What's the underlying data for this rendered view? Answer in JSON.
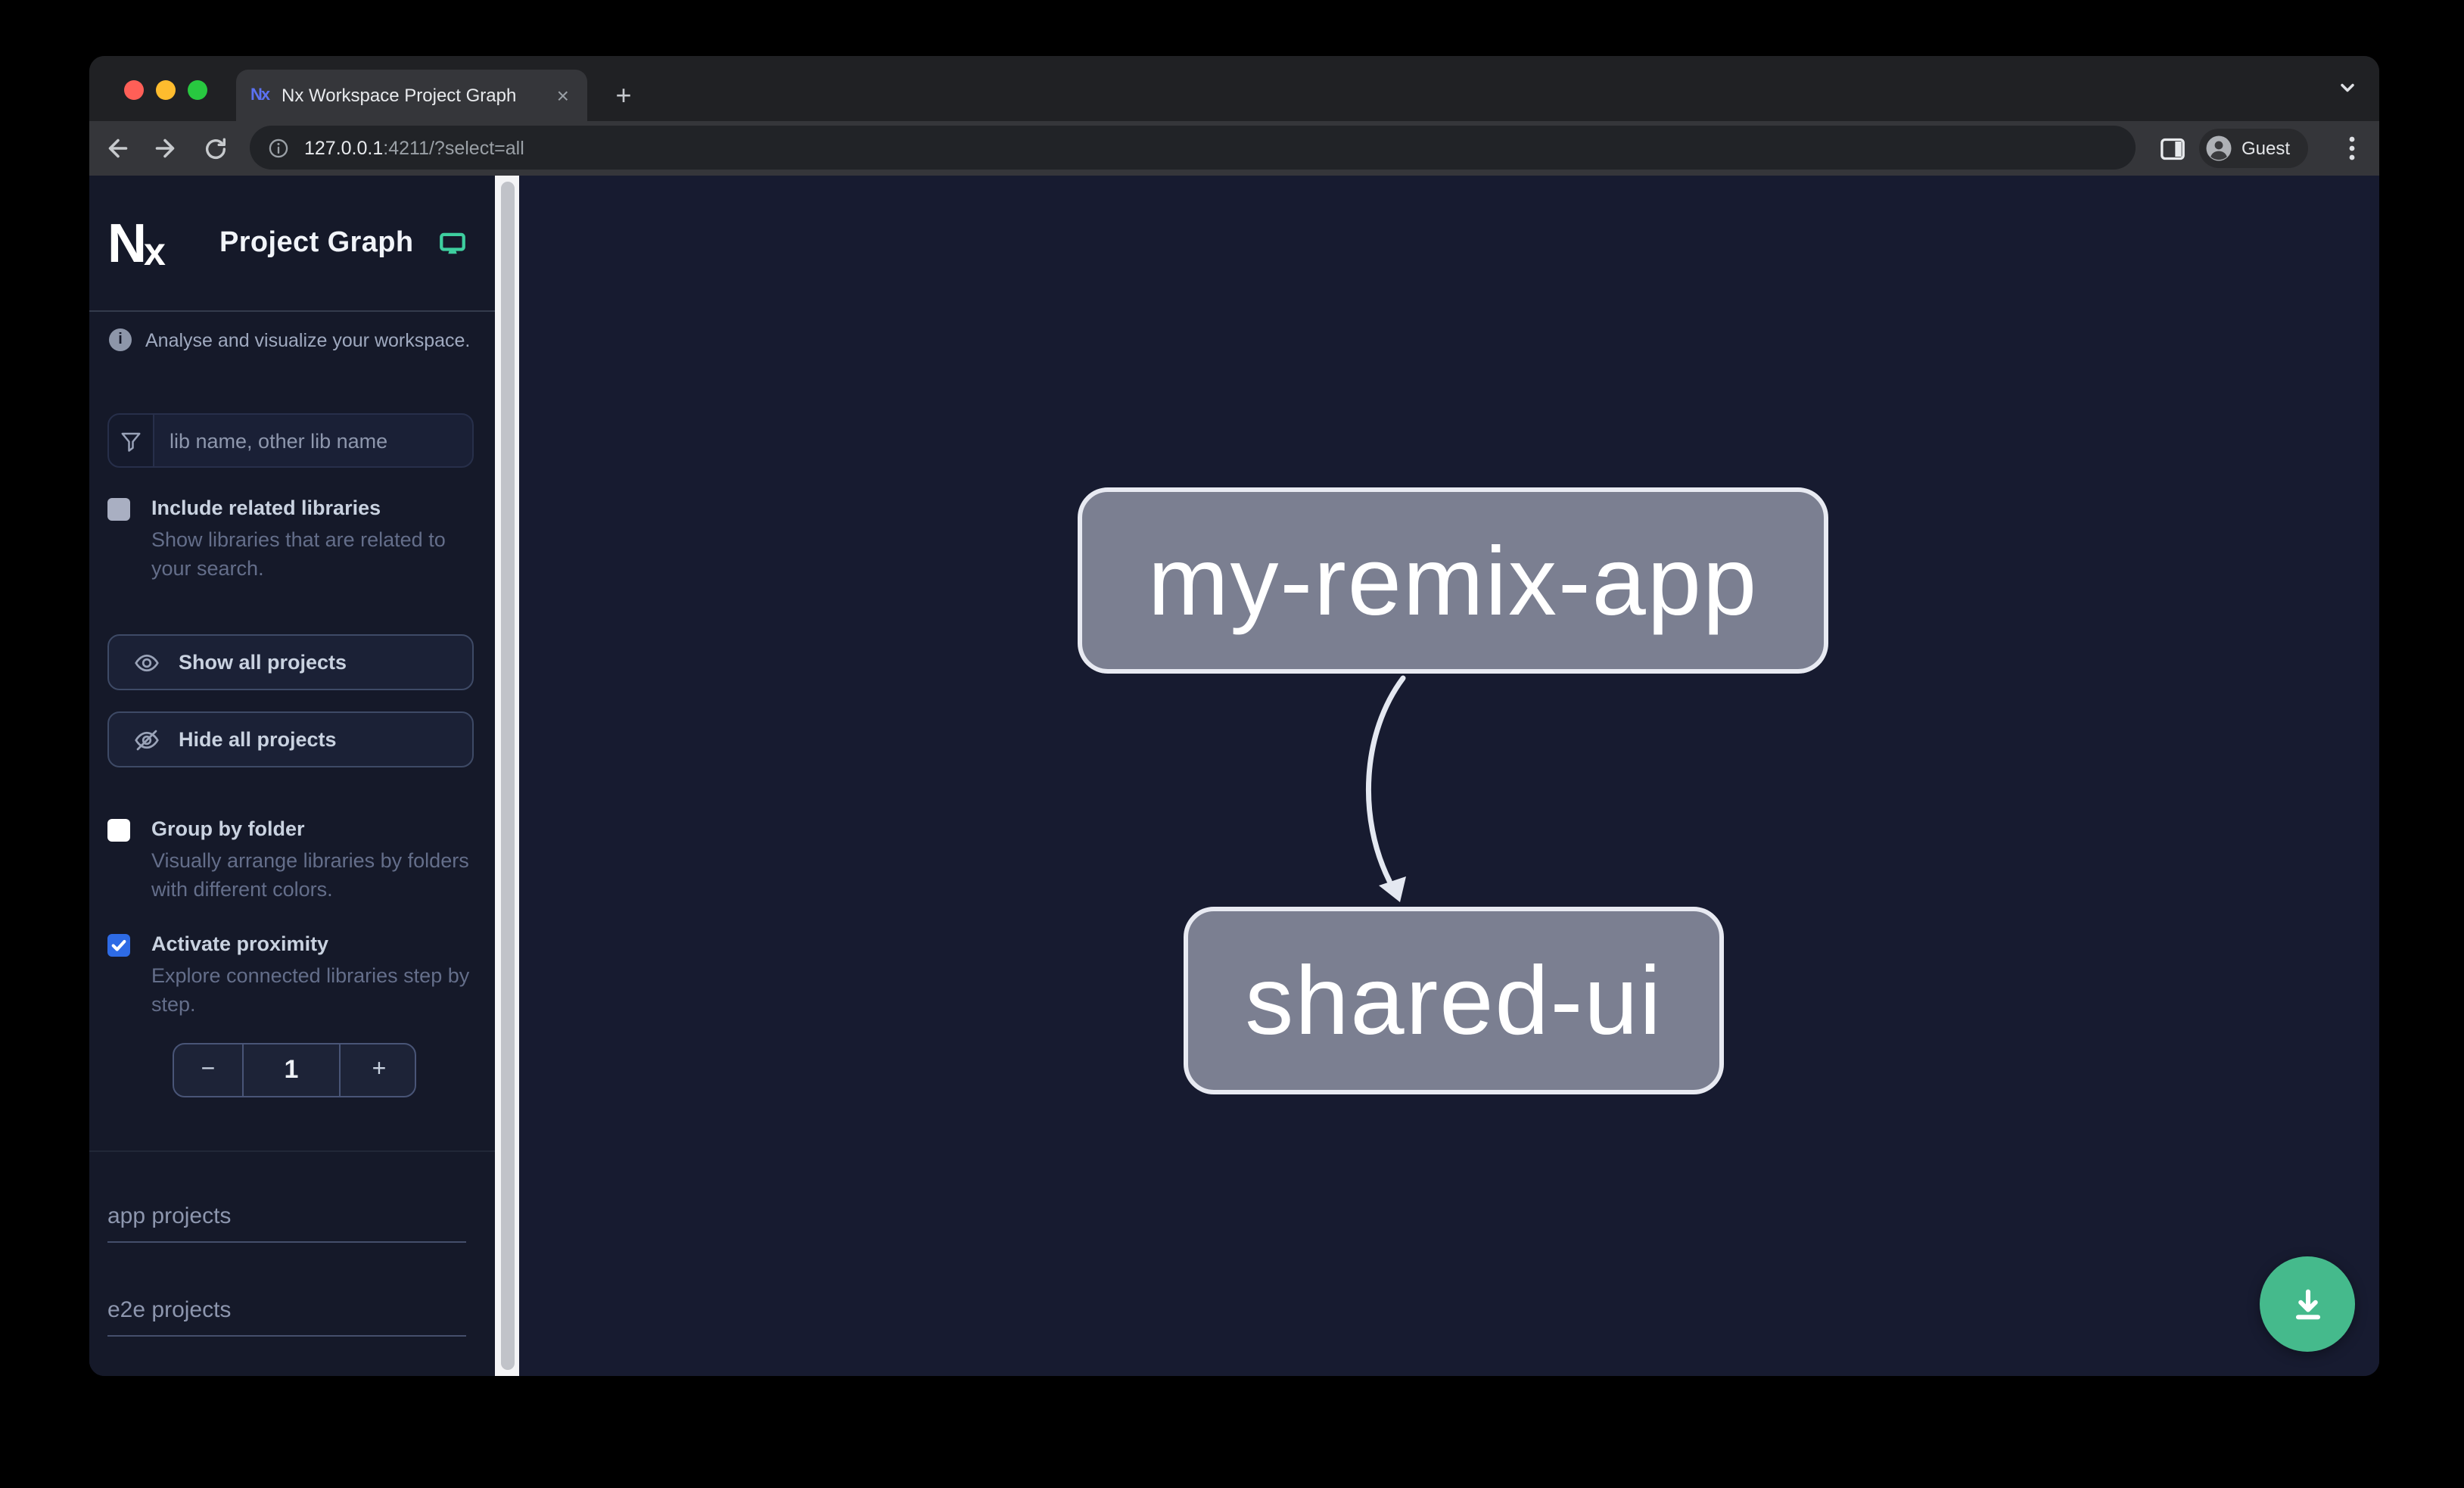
{
  "browser": {
    "tab_title": "Nx Workspace Project Graph",
    "tab_close_glyph": "×",
    "new_tab_glyph": "+",
    "favicon_text": "Nx",
    "url_host": "127.0.0.1",
    "url_rest": ":4211/?select=all",
    "profile_label": "Guest"
  },
  "sidebar": {
    "logo_text": "Nx",
    "title": "Project Graph",
    "tagline": "Analyse and visualize your workspace.",
    "filter_placeholder": "lib name, other lib name",
    "include_related": {
      "label": "Include related libraries",
      "description": "Show libraries that are related to your search.",
      "checked": false,
      "disabled": true
    },
    "show_all_label": "Show all projects",
    "hide_all_label": "Hide all projects",
    "group_by_folder": {
      "label": "Group by folder",
      "description": "Visually arrange libraries by folders with different colors.",
      "checked": false
    },
    "activate_proximity": {
      "label": "Activate proximity",
      "description": "Explore connected libraries step by step.",
      "checked": true
    },
    "proximity_stepper": {
      "decrement_glyph": "−",
      "value": "1",
      "increment_glyph": "+"
    },
    "sections": {
      "app": "app projects",
      "e2e": "e2e projects"
    }
  },
  "graph": {
    "nodes": [
      {
        "label": "my-remix-app"
      },
      {
        "label": "shared-ui"
      }
    ],
    "edges": [
      {
        "source": "my-remix-app",
        "target": "shared-ui"
      }
    ]
  },
  "colors": {
    "canvas_bg": "#171b30",
    "sidebar_bg": "#151929",
    "node_fill": "#7b7f91",
    "node_border": "#e8eaf2",
    "edge_stroke": "#e4e8f1",
    "accent_checkbox_blue": "#2e6be5",
    "download_button_green": "#45ba8c",
    "monitor_icon_teal": "#3ecf9f",
    "traffic_red": "#ff5f57",
    "traffic_yellow": "#febc2e",
    "traffic_green": "#28c840"
  }
}
